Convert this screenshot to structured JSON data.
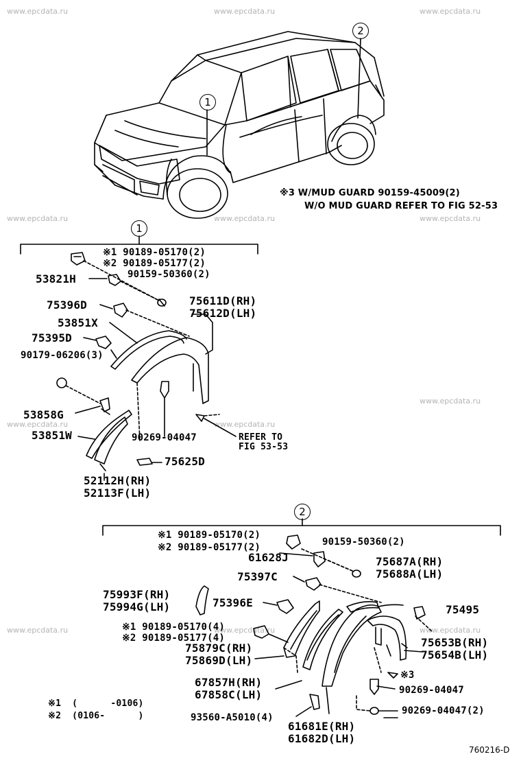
{
  "watermark": "www.epcdata.ru",
  "callouts": {
    "one": "1",
    "two": "2"
  },
  "mud_guard_note": {
    "line1": "※3   W/MUD GUARD   90159-45009(2)",
    "line2": "W/O MUD GUARD REFER  TO  FIG  52-53"
  },
  "group1": {
    "labels": {
      "note_s1": "※1 90189-05170(2)",
      "note_s2": "※2 90189-05177(2)",
      "p53821H": "53821H",
      "p90159_50360": "90159-50360(2)",
      "p75396D": "75396D",
      "p75611D": "75611D(RH)",
      "p75612D": "75612D(LH)",
      "p53851X": "53851X",
      "p75395D": "75395D",
      "p90179": "90179-06206(3)",
      "p53858G": "53858G",
      "p53851W": "53851W",
      "p90269": "90269-04047",
      "refer1": "REFER TO",
      "refer2": "FIG 53-53",
      "p75625D": "75625D",
      "p52112H": "52112H(RH)",
      "p52113F": "52113F(LH)"
    }
  },
  "group2": {
    "labels": {
      "note_s1": "※1 90189-05170(2)",
      "note_s2": "※2 90189-05177(2)",
      "p90159_50360": "90159-50360(2)",
      "p61628J": "61628J",
      "p75687A": "75687A(RH)",
      "p75688A": "75688A(LH)",
      "p75397C": "75397C",
      "p75993F": "75993F(RH)",
      "p75994G": "75994G(LH)",
      "p75396E": "75396E",
      "p75495": "75495",
      "note4_s1": "※1 90189-05170(4)",
      "note4_s2": "※2 90189-05177(4)",
      "p75653B": "75653B(RH)",
      "p75654B": "75654B(LH)",
      "p75879C": "75879C(RH)",
      "p75869D": "75869D(LH)",
      "s3": "※3",
      "p90269a": "90269-04047",
      "p67857H": "67857H(RH)",
      "p67858C": "67858C(LH)",
      "p90269b": "90269-04047(2)",
      "p93560": "93560-A5010(4)",
      "p61681E": "61681E(RH)",
      "p61682D": "61682D(LH)"
    }
  },
  "footnotes": {
    "f1": "※1  (      -0106)",
    "f2": "※2  (0106-      )"
  },
  "figure_code": "760216-D"
}
